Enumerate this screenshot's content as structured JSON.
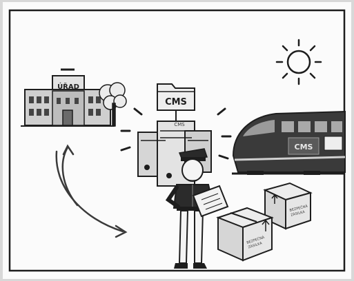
{
  "labels": {
    "office_sign": "ÚŘAD",
    "cms_folder": "CMS",
    "cms_server": "CMS",
    "train_cms": "CMS",
    "box_front_label_line1": "BEZPEČNÁ",
    "box_front_label_line2": "ZÁSILKA",
    "box_back_label_line1": "BEZPEČNÁ",
    "box_back_label_line2": "ZÁSILKA"
  },
  "colors": {
    "ink": "#1d1d1d",
    "paper": "#fbfbfb",
    "grey_light": "#d9d9d9",
    "grey_mid": "#a9a9a9",
    "grey_dark": "#5a5a5a",
    "train_body": "#3a3a3a"
  },
  "icons": [
    "office-building-icon",
    "tree-icon",
    "sun-icon",
    "server-icon",
    "folder-icon",
    "train-icon",
    "police-officer-icon",
    "clipboard-icon",
    "shipping-box-icon",
    "cycle-arrow-icon"
  ]
}
